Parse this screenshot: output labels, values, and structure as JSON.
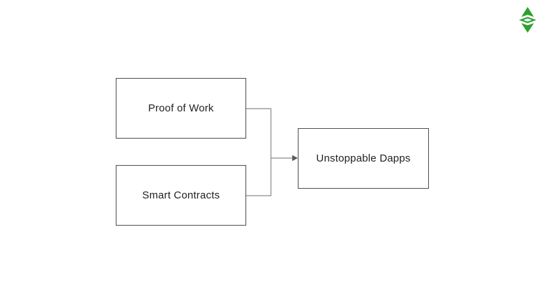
{
  "diagram": {
    "nodes": [
      {
        "id": "proof-of-work",
        "label": "Proof of Work"
      },
      {
        "id": "smart-contracts",
        "label": "Smart Contracts"
      },
      {
        "id": "unstoppable-dapps",
        "label": "Unstoppable Dapps"
      }
    ],
    "edges": [
      {
        "from": "Proof of Work",
        "to": "Unstoppable Dapps"
      },
      {
        "from": "Smart Contracts",
        "to": "Unstoppable Dapps"
      }
    ],
    "colors": {
      "background": "#ffffff",
      "node_border": "#4d4d4d",
      "node_fill": "#ffffff",
      "connector_line": "#8a8a8a",
      "arrowhead": "#595959",
      "text": "#212121"
    }
  },
  "logo": {
    "name": "ethereum-classic",
    "color": "#2aa32a"
  }
}
